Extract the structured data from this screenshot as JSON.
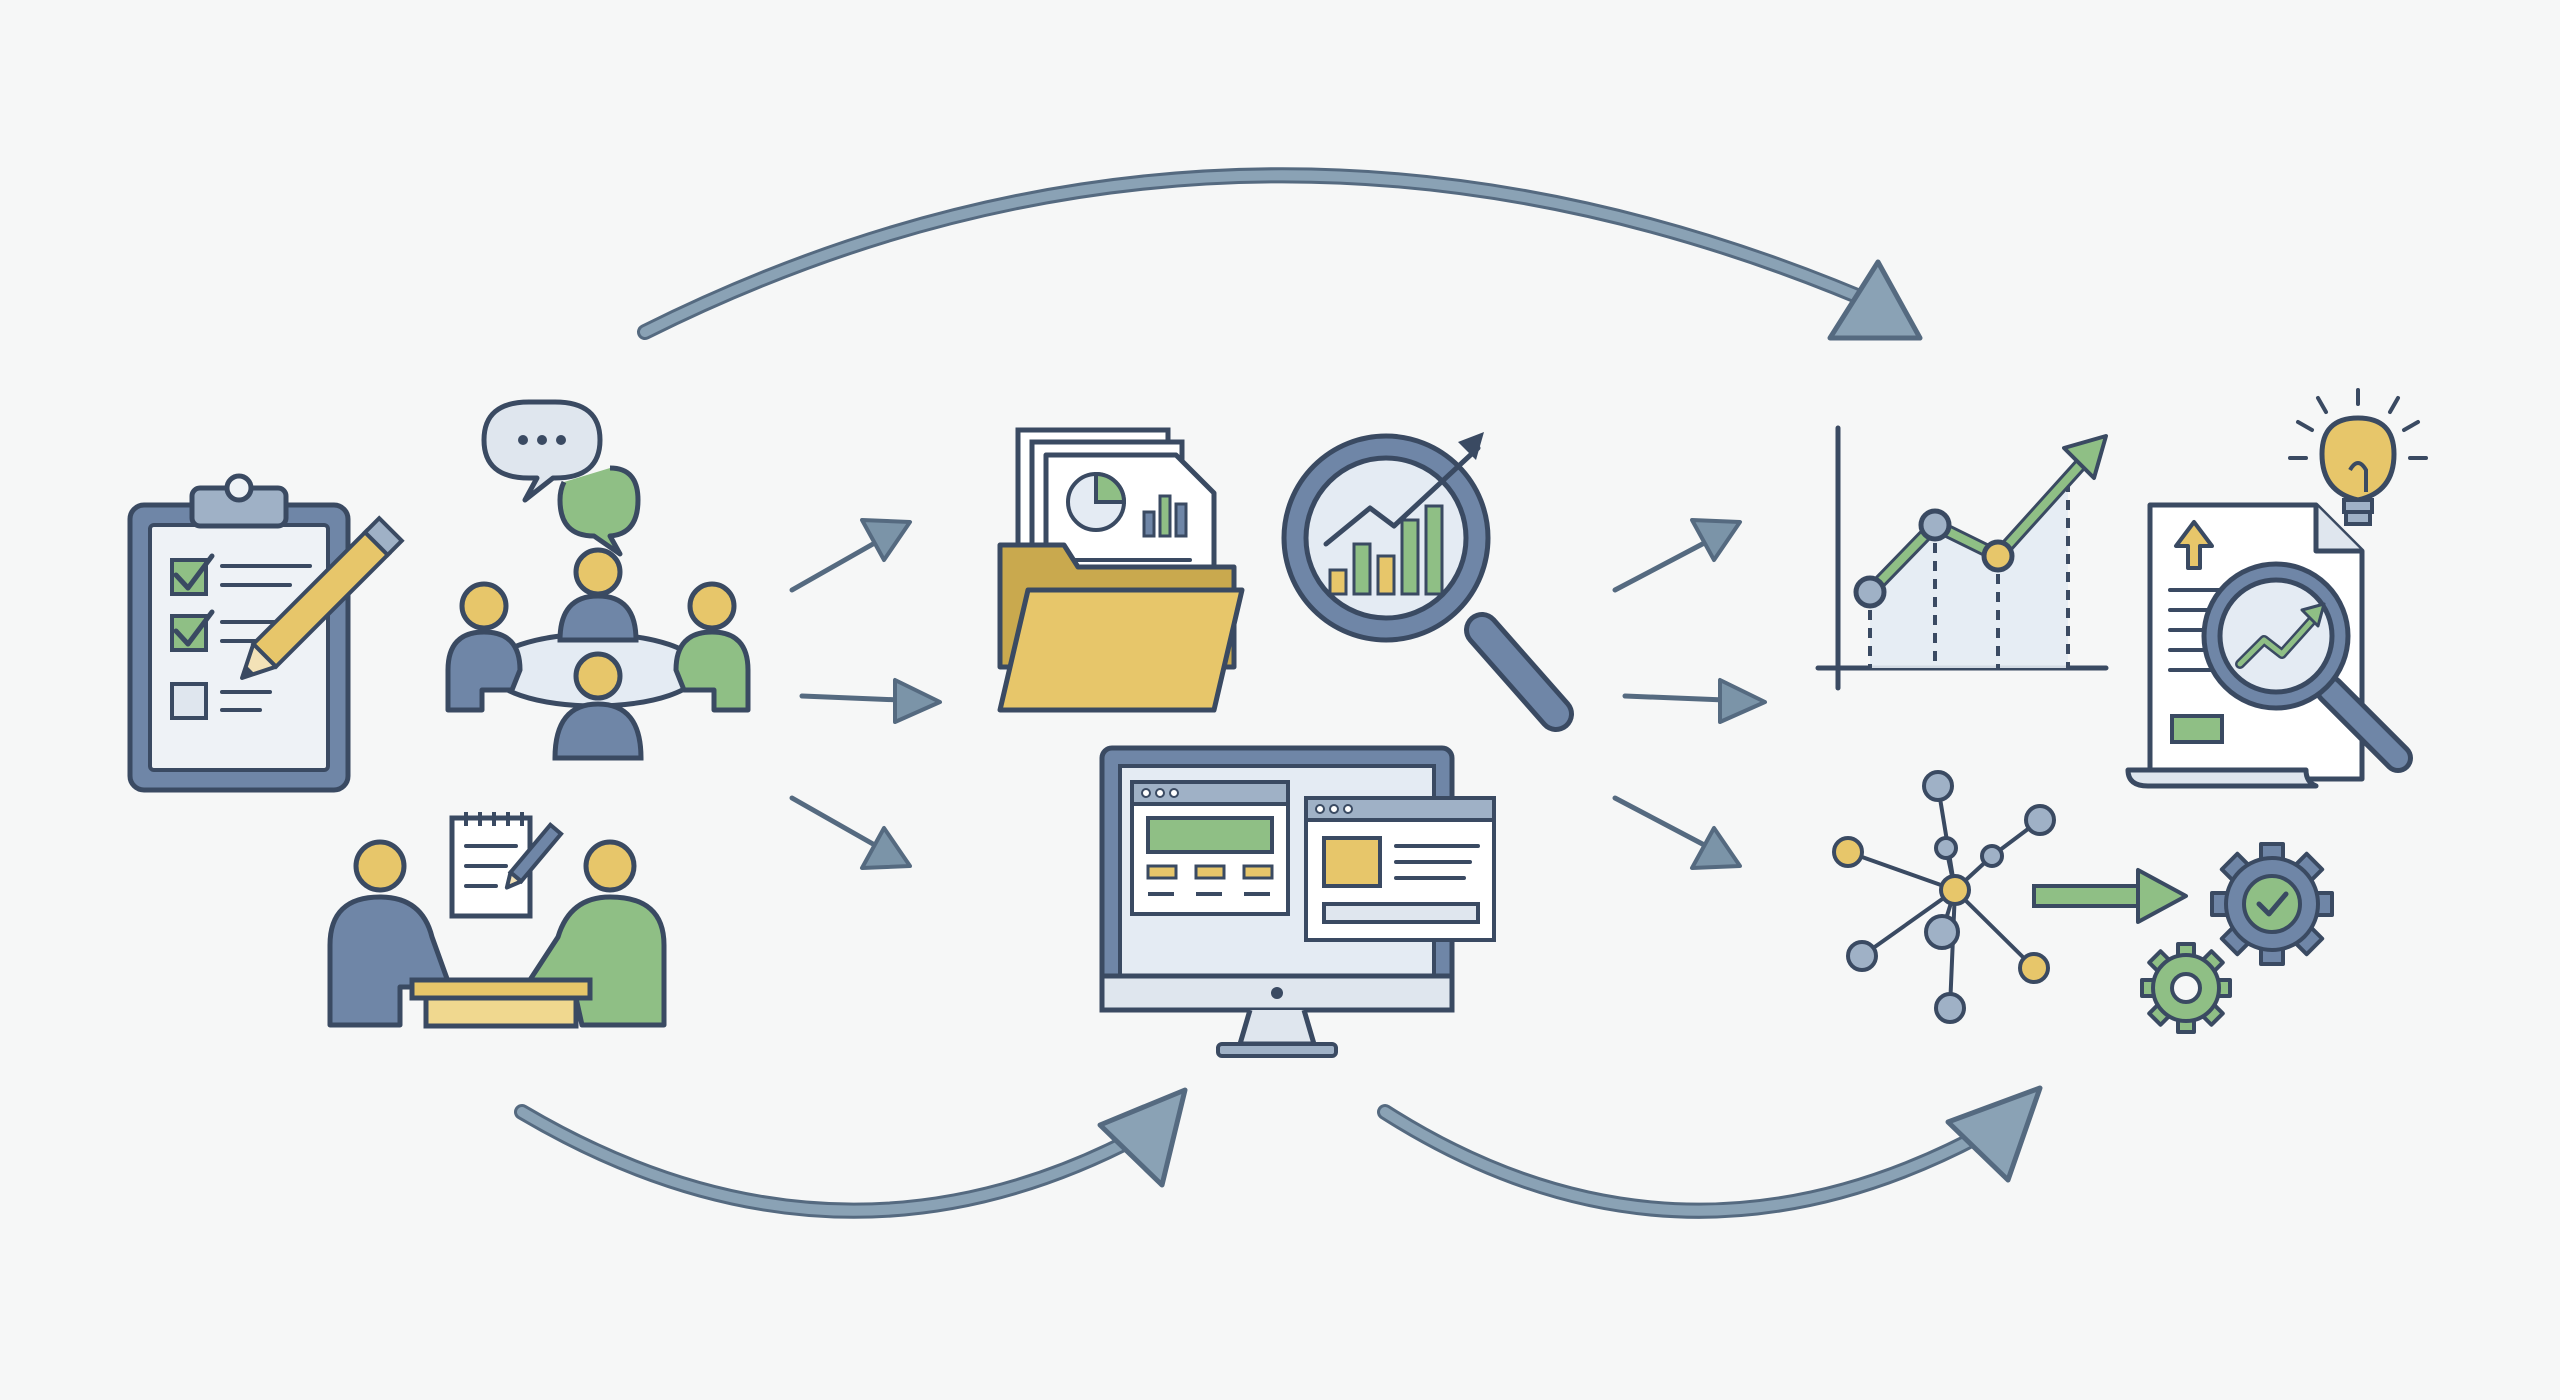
{
  "diagram": {
    "style": "flat line-art icon flow diagram",
    "palette": {
      "background": "#f6f7f7",
      "outline": "#3a4a62",
      "navy": "#6f86a7",
      "light_blue": "#e4ebf3",
      "yellow": "#e7c66a",
      "green": "#8fbf85",
      "green_dark": "#5e9e63",
      "arrow": "#7b94a8",
      "arrow_dark": "#556a80",
      "paper": "#ffffff"
    },
    "stages": [
      {
        "id": "collection",
        "icons": [
          "clipboard-checklist-icon",
          "team-discussion-icon",
          "one-on-one-meeting-icon"
        ]
      },
      {
        "id": "analysis",
        "icons": [
          "document-folder-icon",
          "magnifier-growth-chart-icon",
          "computer-monitor-dashboard-icon"
        ]
      },
      {
        "id": "outcomes",
        "icons": [
          "growth-line-chart-icon",
          "report-insight-icon",
          "network-to-gears-icon"
        ]
      }
    ],
    "connectors": [
      "arc-arrow-top",
      "arc-arrow-bottom-left",
      "arc-arrow-bottom-right",
      "straight-arrows-stage1-to-stage2",
      "straight-arrows-stage2-to-stage3",
      "network-to-gears-arrow"
    ]
  }
}
